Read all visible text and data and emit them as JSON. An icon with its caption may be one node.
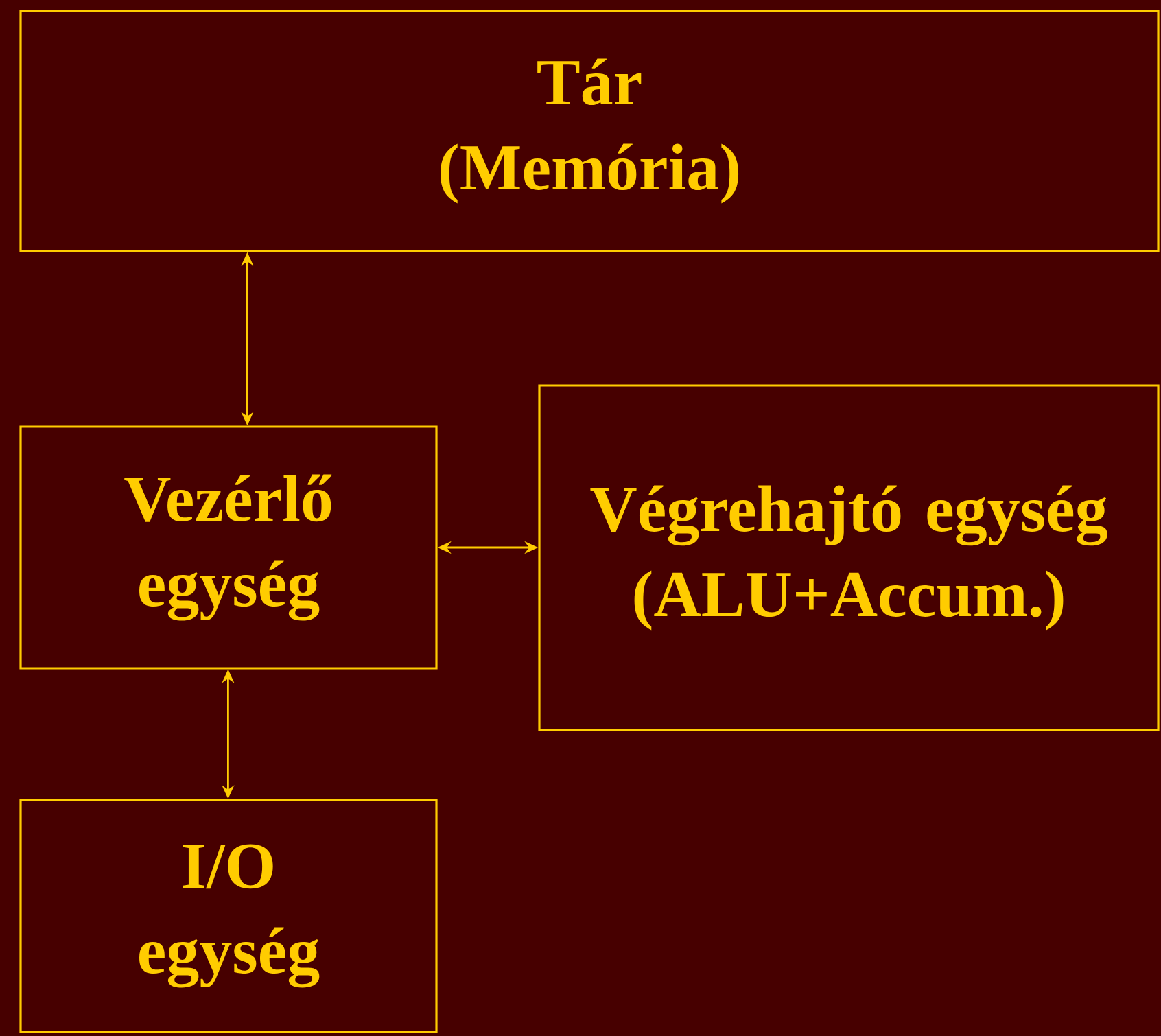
{
  "diagram": {
    "nodes": [
      {
        "text": [
          "Tár (Memória)"
        ]
      },
      {
        "text": [
          "Vezérlő egység"
        ]
      },
      {
        "text": [
          "Végrehajtó egység (ALU+Accum.)"
        ]
      },
      {
        "text": [
          "I/O egység"
        ]
      }
    ],
    "edges": [
      {
        "from": 0,
        "to": 1,
        "arrow": "both"
      },
      {
        "from": 1,
        "to": 2,
        "arrow": "both"
      },
      {
        "from": 1,
        "to": 3,
        "arrow": "both"
      }
    ]
  }
}
